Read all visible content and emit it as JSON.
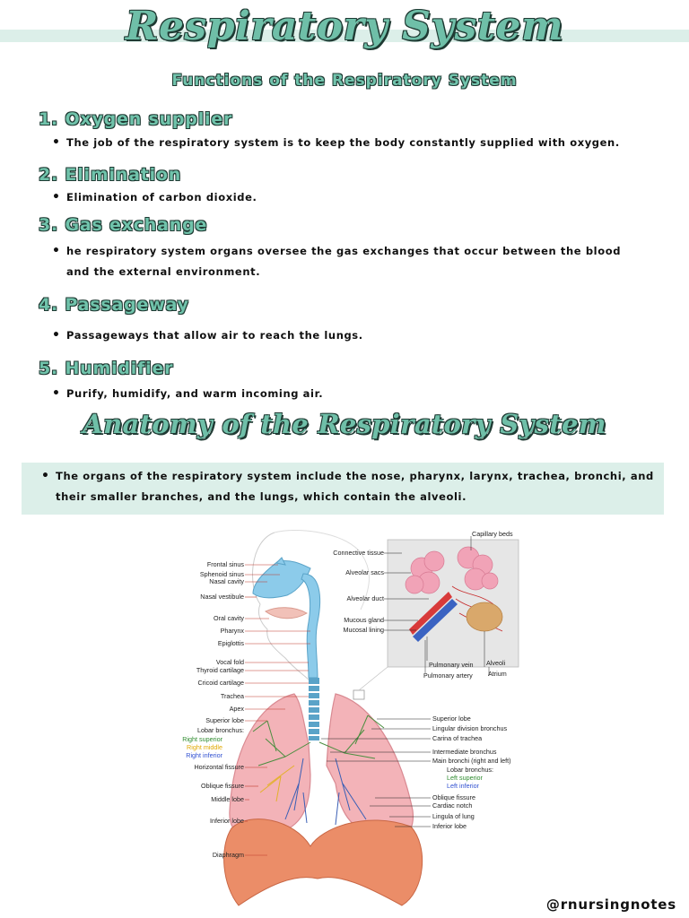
{
  "title": "Respiratory System",
  "subtitle": "Functions of the Respiratory System",
  "functions": [
    {
      "heading": "1. Oxygen supplier",
      "text": "The job of the respiratory system is to keep the body constantly supplied with oxygen."
    },
    {
      "heading": "2. Elimination",
      "text": "Elimination of carbon dioxide."
    },
    {
      "heading": "3. Gas exchange",
      "text": "he respiratory system organs oversee the gas exchanges that occur between the blood and the external environment."
    },
    {
      "heading": "4. Passageway",
      "text": "Passageways that allow air to reach the lungs."
    },
    {
      "heading": "5. Humidifier",
      "text": "Purify, humidify, and warm incoming air."
    }
  ],
  "anatomy": {
    "title": "Anatomy of the Respiratory System",
    "text": "The organs of the respiratory system include the nose, pharynx, larynx, trachea, bronchi, and their smaller branches, and the lungs, which contain the alveoli."
  },
  "diagram": {
    "left_labels": [
      "Frontal sinus",
      "Sphenoid sinus",
      "Nasal cavity",
      "Nasal vestibule",
      "Oral cavity",
      "Pharynx",
      "Epiglottis",
      "Vocal fold",
      "Thyroid cartilage",
      "Cricoid cartilage",
      "Trachea",
      "Apex",
      "Superior lobe",
      "Lobar bronchus:",
      "Right superior",
      "Right middle",
      "Right inferior",
      "Horizontal fissure",
      "Oblique fissure",
      "Middle lobe",
      "Inferior lobe",
      "Diaphragm"
    ],
    "inset_labels": [
      "Capillary beds",
      "Connective tissue",
      "Alveolar sacs",
      "Alveolar duct",
      "Mucous gland",
      "Mucosal lining",
      "Pulmonary vein",
      "Pulmonary artery",
      "Alveoli",
      "Atrium"
    ],
    "right_labels": [
      "Superior lobe",
      "Lingular division bronchus",
      "Carina of trachea",
      "Intermediate bronchus",
      "Main bronchi (right and left)",
      "Lobar bronchus:",
      "Left superior",
      "Left inferior",
      "Oblique fissure",
      "Cardiac notch",
      "Lingula of lung",
      "Inferior lobe"
    ]
  },
  "handle": "@rnursingnotes",
  "colors": {
    "accent": "#6fbfa8",
    "band": "#dcefe9",
    "outline": "#1f3a33"
  }
}
